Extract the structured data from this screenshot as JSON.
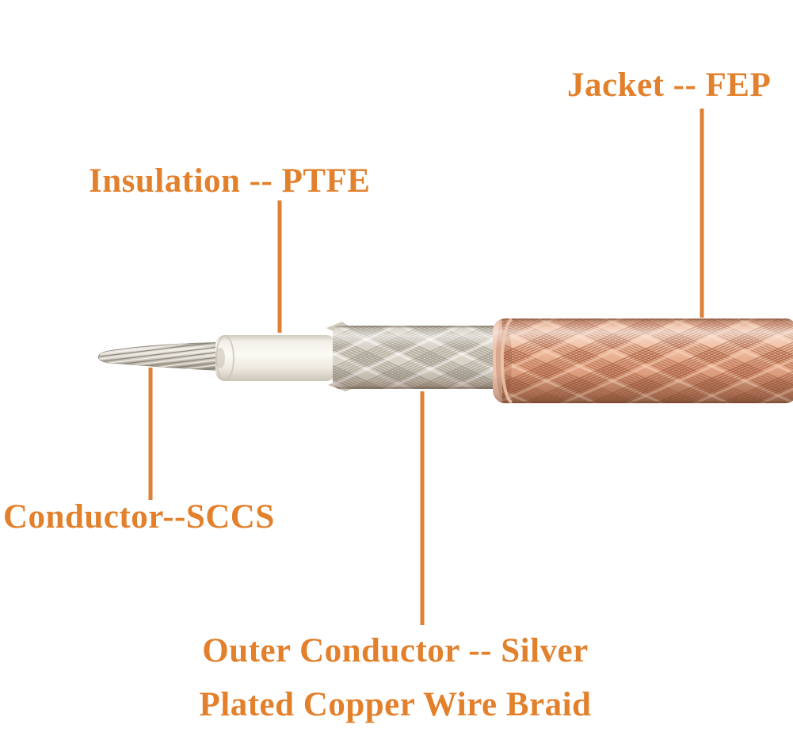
{
  "diagram_subject": "coaxial-cable-construction",
  "labels": {
    "jacket": "Jacket -- FEP",
    "insulation": "Insulation -- PTFE",
    "conductor": "Conductor--SCCS",
    "outer_conductor_line1": "Outer Conductor -- Silver",
    "outer_conductor_line2": "Plated Copper Wire Braid"
  },
  "colors": {
    "background": "#ffffff",
    "label_text": "#e2802c",
    "leader_line": "#de8036",
    "jacket_copper": "#e2a586",
    "outer_braid_silver": "#d9d3c8",
    "insulation_white": "#f7f3ec",
    "conductor_steel": "#cdc8bf"
  }
}
